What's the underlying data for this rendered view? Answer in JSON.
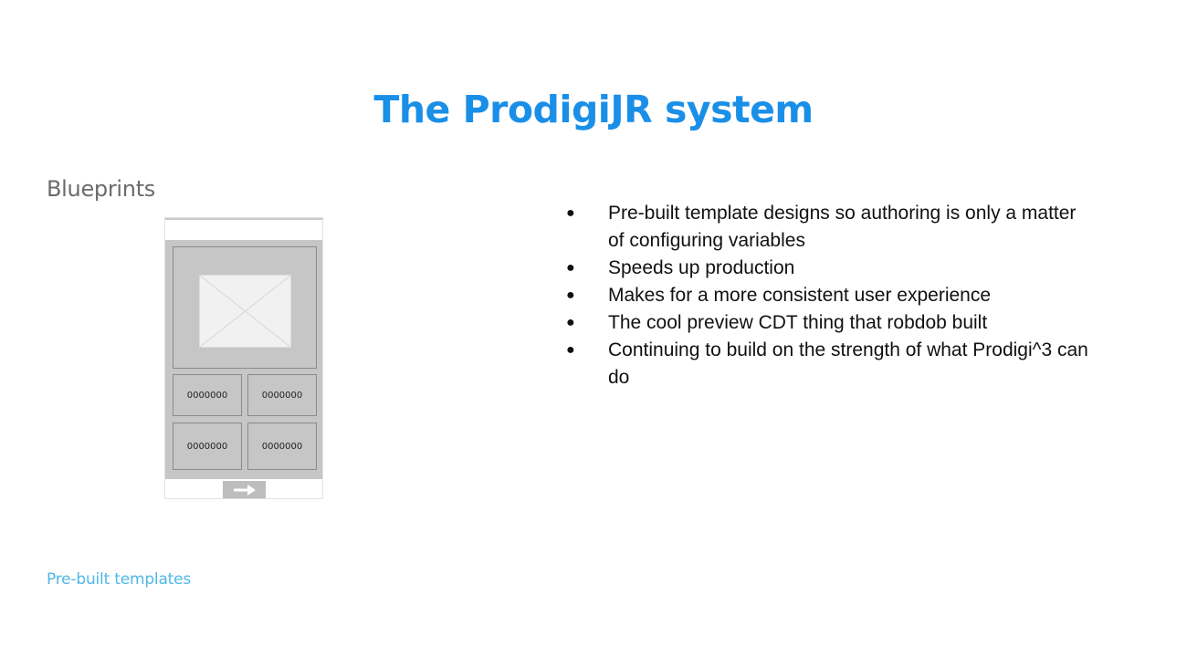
{
  "slide": {
    "title": "The ProdigiJR system",
    "subtitle": "Blueprints",
    "link_text": "Pre-built templates"
  },
  "wireframe": {
    "cells": [
      "0000000",
      "0000000",
      "0000000",
      "0000000"
    ]
  },
  "bullets": [
    {
      "marker": "●",
      "text": "Pre-built template designs so authoring is only a matter of configuring variables"
    },
    {
      "marker": "●",
      "text": "Speeds up production"
    },
    {
      "marker": "●",
      "text": "Makes for a more consistent user experience"
    },
    {
      "marker": "●",
      "text": "The cool preview CDT thing that robdob built"
    },
    {
      "marker": "●",
      "text": "Continuing to build on the strength of what Prodigi^3 can do"
    }
  ],
  "colors": {
    "title": "#1a8fe8",
    "subtitle": "#6b6b6b",
    "link": "#4fb7e8",
    "body_text": "#111111"
  },
  "icons": {
    "image_placeholder": "image-placeholder-icon",
    "next": "arrow-right-icon"
  }
}
